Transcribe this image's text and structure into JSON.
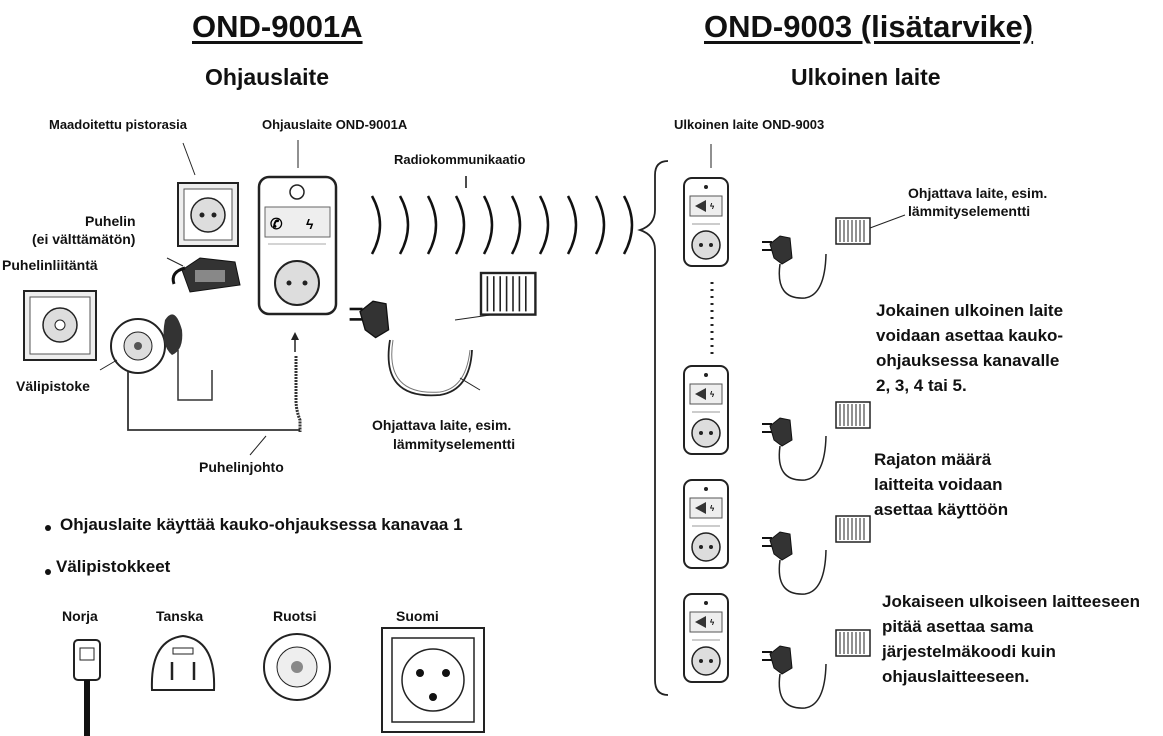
{
  "left": {
    "title": "OND-9001A",
    "subtitle": "Ohjauslaite"
  },
  "right": {
    "title": "OND-9003 (lisätarvike)",
    "subtitle": "Ulkoinen laite"
  },
  "labels": {
    "grounded_socket": "Maadoitettu pistorasia",
    "control_unit": "Ohjauslaite OND-9001A",
    "radio": "Radiokommunikaatio",
    "external_unit": "Ulkoinen laite OND-9003",
    "phone_line1": "Puhelin",
    "phone_line2": "(ei välttämätön)",
    "phone_jack": "Puhelinliitäntä",
    "adapter": "Välipistoke",
    "phone_cord": "Puhelinjohto",
    "controlled_left_1": "Ohjattava laite, esim.",
    "controlled_left_2": "lämmityselementti",
    "controlled_right_1": "Ohjattava laite, esim.",
    "controlled_right_2": "lämmityselementti"
  },
  "notes": {
    "channels": "Jokainen ulkoinen laite voidaan asettaa kauko-ohjauksessa kanavalle 2, 3, 4 tai 5.",
    "unlimited": "Rajaton määrä laitteita voidaan asettaa käyttöön",
    "system_code": "Jokaiseen ulkoiseen laitteeseen pitää asettaa sama järjestelmäkoodi kuin ohjauslaitteeseen."
  },
  "bullets": {
    "channel1": "Ohjauslaite käyttää kauko-ohjauksessa kanavaa 1",
    "adapters": "Välipistokkeet"
  },
  "countries": [
    "Norja",
    "Tanska",
    "Ruotsi",
    "Suomi"
  ]
}
